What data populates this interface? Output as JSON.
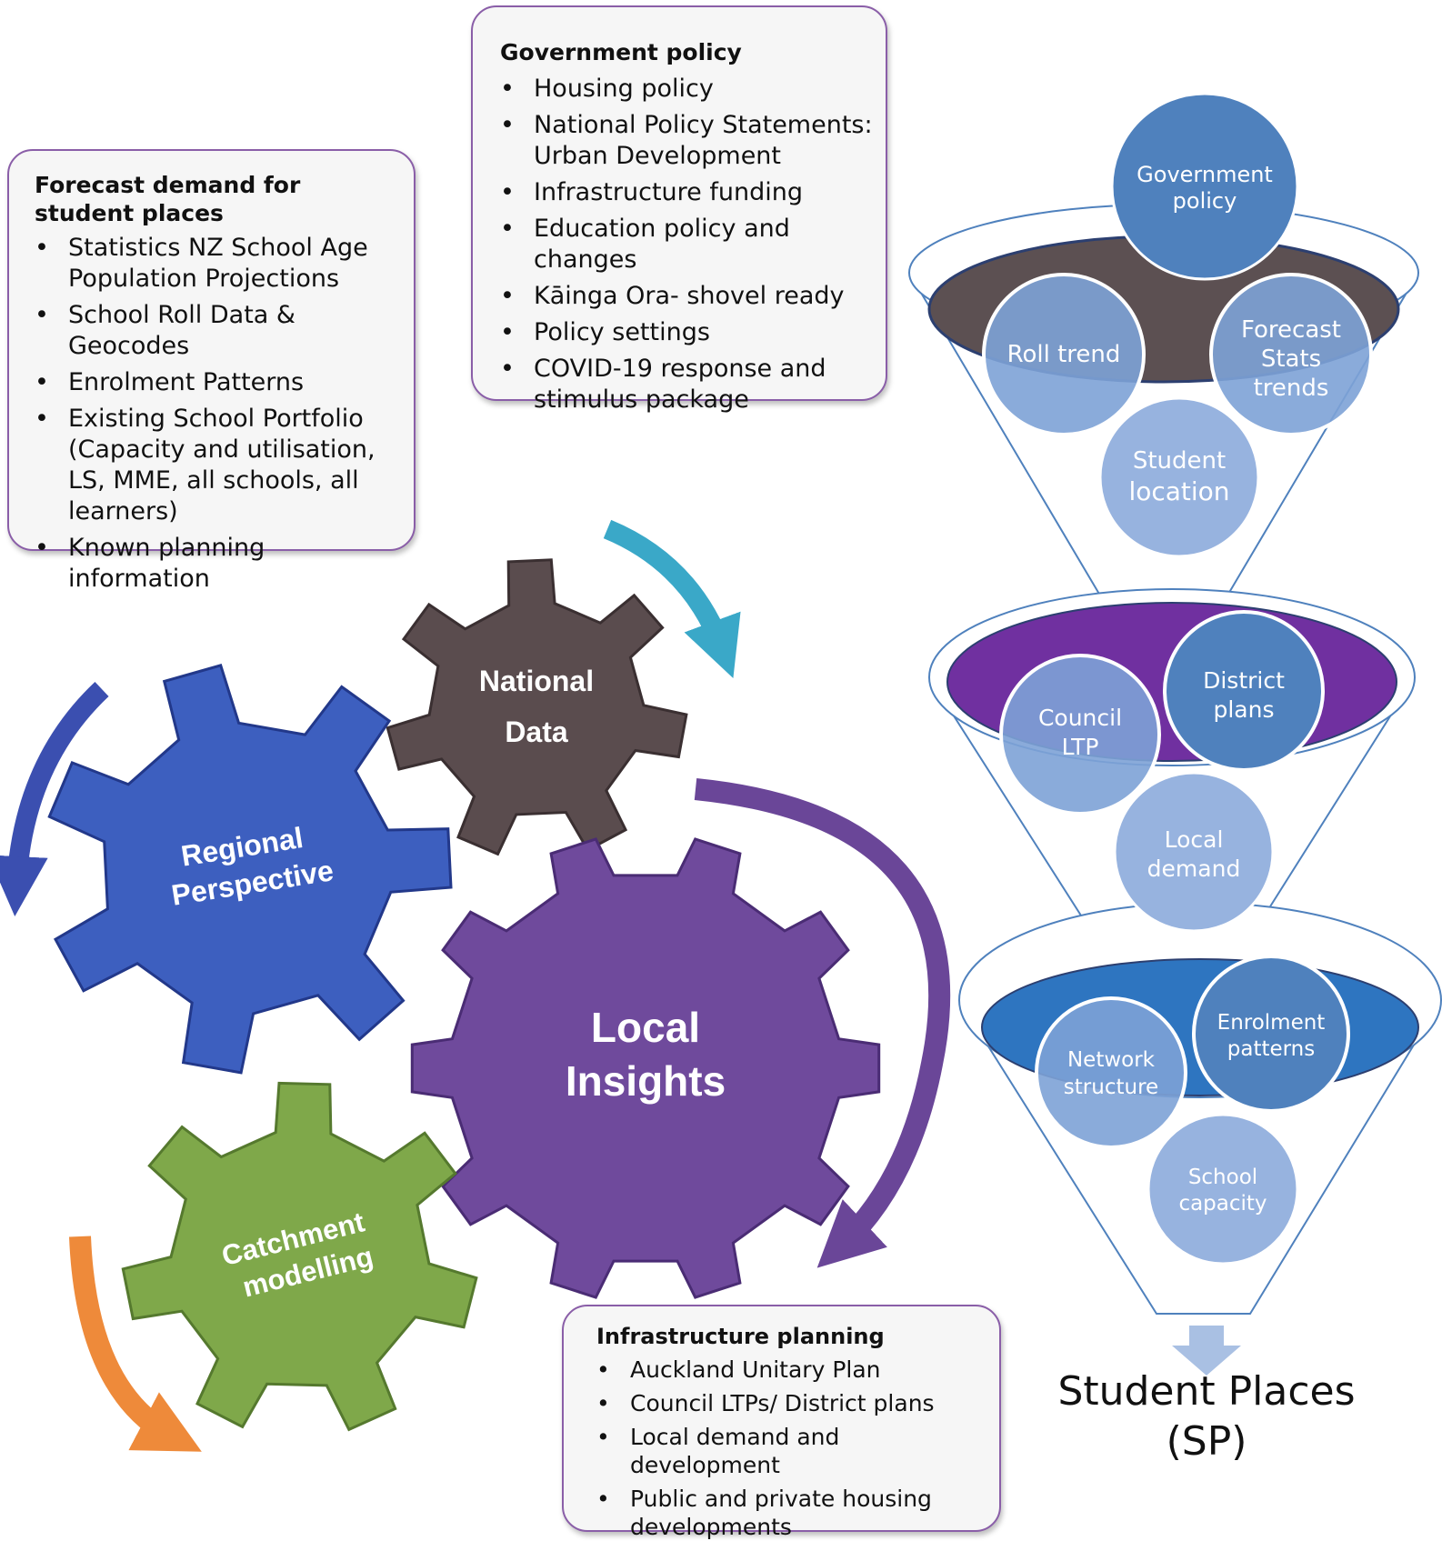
{
  "cards": {
    "forecast": {
      "title": "Forecast demand for student places",
      "items": [
        "Statistics NZ School Age Population Projections",
        "School Roll Data & Geocodes",
        "Enrolment Patterns",
        "Existing School Portfolio (Capacity and utilisation, LS, MME, all schools, all learners)",
        "Known planning information"
      ]
    },
    "government": {
      "title": "Government policy",
      "items": [
        "Housing policy",
        "National Policy Statements: Urban Development",
        "Infrastructure funding",
        "Education policy and changes",
        "Kāinga Ora- shovel ready",
        "Policy settings",
        "COVID-19 response and stimulus package"
      ]
    },
    "infrastructure": {
      "title": "Infrastructure planning",
      "items": [
        "Auckland Unitary Plan",
        "Council LTPs/ District plans",
        "Local demand and development",
        "Public and private housing developments"
      ]
    }
  },
  "gears": {
    "national": {
      "line1": "National",
      "line2": "Data",
      "color": "#5a4c4e"
    },
    "regional": {
      "line1": "Regional",
      "line2": "Perspective",
      "color": "#3d5fbf"
    },
    "local": {
      "line1": "Local",
      "line2": "Insights",
      "color": "#6f4a9c"
    },
    "catchment": {
      "line1": "Catchment",
      "line2": "modelling",
      "color": "#7fa84a"
    }
  },
  "arrow_colors": {
    "national": "#3aa8c8",
    "regional": "#3b4fb0",
    "local": "#6a4698",
    "catchment": "#ee8a3a"
  },
  "funnel": {
    "top": {
      "rim_color": "#5c5052",
      "circles": {
        "government": [
          "Government",
          "policy"
        ],
        "roll": [
          "Roll trend"
        ],
        "forecast": [
          "Forecast",
          "Stats",
          "trends"
        ],
        "student": [
          "Student",
          "location"
        ]
      }
    },
    "middle": {
      "rim_color": "#7030a0",
      "circles": {
        "council": [
          "Council",
          "LTP"
        ],
        "district": [
          "District",
          "plans"
        ],
        "local": [
          "Local",
          "demand"
        ]
      }
    },
    "bottom": {
      "rim_color": "#2e75c0",
      "circles": {
        "network": [
          "Network",
          "structure"
        ],
        "enrolment": [
          "Enrolment",
          "patterns"
        ],
        "capacity": [
          "School",
          "capacity"
        ]
      }
    },
    "output": {
      "line1": "Student Places",
      "line2": "(SP)"
    }
  }
}
